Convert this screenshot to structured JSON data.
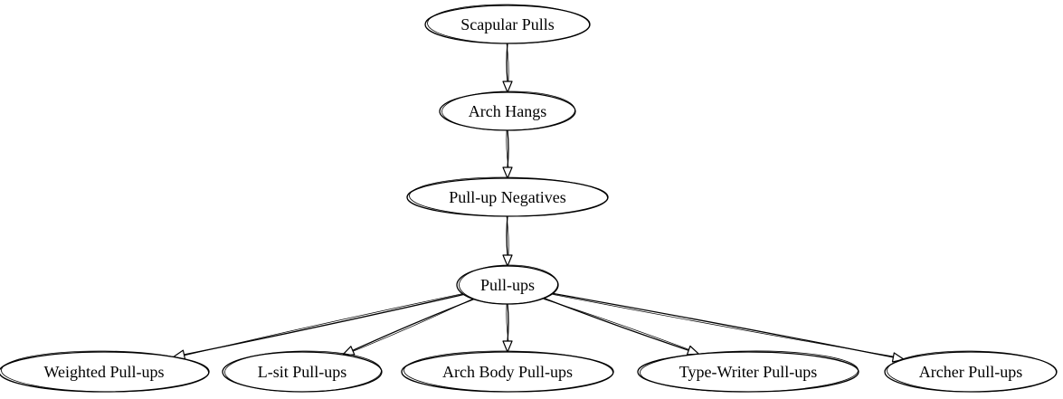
{
  "nodes": [
    {
      "id": "scapular-pulls",
      "label": "Scapular Pulls"
    },
    {
      "id": "arch-hangs",
      "label": "Arch Hangs"
    },
    {
      "id": "pull-up-negatives",
      "label": "Pull-up Negatives"
    },
    {
      "id": "pull-ups",
      "label": "Pull-ups"
    },
    {
      "id": "weighted-pull-ups",
      "label": "Weighted Pull-ups"
    },
    {
      "id": "l-sit-pull-ups",
      "label": "L-sit Pull-ups"
    },
    {
      "id": "arch-body-pull-ups",
      "label": "Arch Body Pull-ups"
    },
    {
      "id": "type-writer-pull-ups",
      "label": "Type-Writer Pull-ups"
    },
    {
      "id": "archer-pull-ups",
      "label": "Archer Pull-ups"
    }
  ],
  "edges": [
    {
      "from": "scapular-pulls",
      "to": "arch-hangs"
    },
    {
      "from": "arch-hangs",
      "to": "pull-up-negatives"
    },
    {
      "from": "pull-up-negatives",
      "to": "pull-ups"
    },
    {
      "from": "pull-ups",
      "to": "weighted-pull-ups"
    },
    {
      "from": "pull-ups",
      "to": "l-sit-pull-ups"
    },
    {
      "from": "pull-ups",
      "to": "arch-body-pull-ups"
    },
    {
      "from": "pull-ups",
      "to": "type-writer-pull-ups"
    },
    {
      "from": "pull-ups",
      "to": "archer-pull-ups"
    }
  ]
}
